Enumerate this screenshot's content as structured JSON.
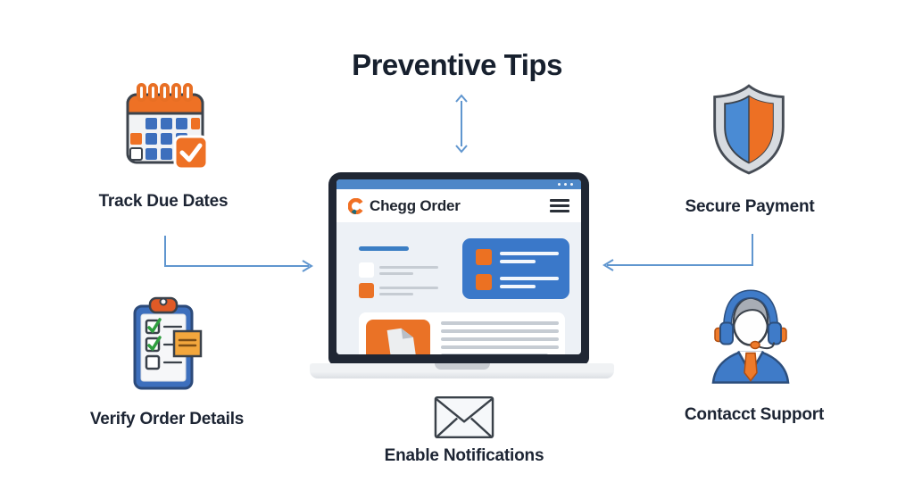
{
  "title": "Preventive Tips",
  "laptop": {
    "app_name": "Chegg Order",
    "window_dots_count": 3
  },
  "nodes": [
    {
      "id": "track-due-dates",
      "label": "Track Due Dates",
      "icon": "calendar-icon"
    },
    {
      "id": "secure-payment",
      "label": "Secure Payment",
      "icon": "shield-icon"
    },
    {
      "id": "verify-order-details",
      "label": "Verify Order Details",
      "icon": "clipboard-checklist-icon"
    },
    {
      "id": "contact-support",
      "label": "Contacct Support",
      "icon": "support-agent-icon"
    },
    {
      "id": "enable-notifications",
      "label": "Enable Notifications",
      "icon": "envelope-icon"
    }
  ],
  "connectors": [
    {
      "id": "title-to-laptop",
      "type": "double-headed-vertical"
    },
    {
      "id": "track-to-laptop",
      "type": "elbow-right"
    },
    {
      "id": "secure-to-laptop",
      "type": "elbow-left"
    }
  ],
  "colors": {
    "accent_orange": "#ED7024",
    "accent_blue": "#3F7BC8",
    "arrow_blue": "#6096CF",
    "text_navy": "#1C2433",
    "laptop_bezel": "#202734",
    "screen_bg": "#EDF1F6",
    "shield_gray": "#D7DBE0",
    "check_green": "#2F9E3F",
    "sticky_note": "#F3A73D"
  }
}
